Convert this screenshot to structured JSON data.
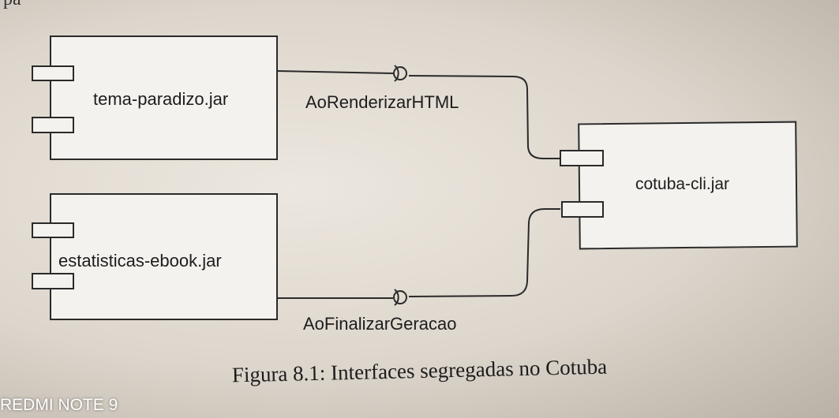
{
  "diagram": {
    "components": {
      "tema": "tema-paradizo.jar",
      "estatisticas": "estatisticas-ebook.jar",
      "cotuba": "cotuba-cli.jar"
    },
    "interfaces": {
      "renderizar": "AoRenderizarHTML",
      "finalizar": "AoFinalizarGeracao"
    }
  },
  "caption": "Figura 8.1: Interfaces segregadas no Cotuba",
  "page_fragment": "pa",
  "watermark": "REDMI NOTE 9",
  "colors": {
    "line": "#2a2a2a",
    "box_fill": "#f4f2ee",
    "paper": "#e6e0d7"
  }
}
